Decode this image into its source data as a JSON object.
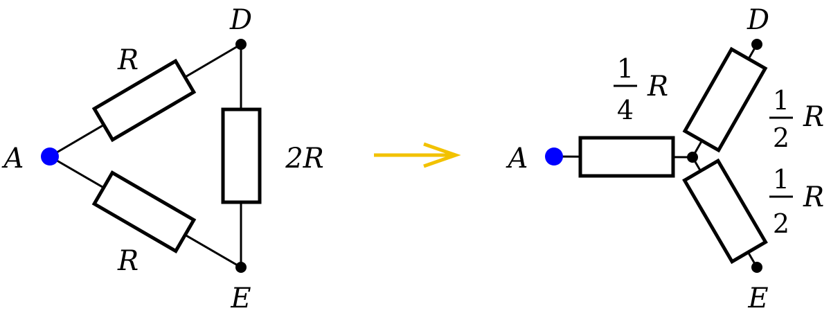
{
  "delta": {
    "nodes": {
      "a": "A",
      "d": "D",
      "e": "E"
    },
    "resistors": {
      "ad": "R",
      "ae": "R",
      "de": "2R"
    }
  },
  "star": {
    "nodes": {
      "a": "A",
      "d": "D",
      "e": "E"
    },
    "resistors": {
      "a": {
        "num": "1",
        "den": "4",
        "sym": "R"
      },
      "d": {
        "num": "1",
        "den": "2",
        "sym": "R"
      },
      "e": {
        "num": "1",
        "den": "2",
        "sym": "R"
      }
    }
  },
  "colors": {
    "node_a": "#0000ff",
    "arrow": "#f2c200",
    "node": "#000000"
  }
}
